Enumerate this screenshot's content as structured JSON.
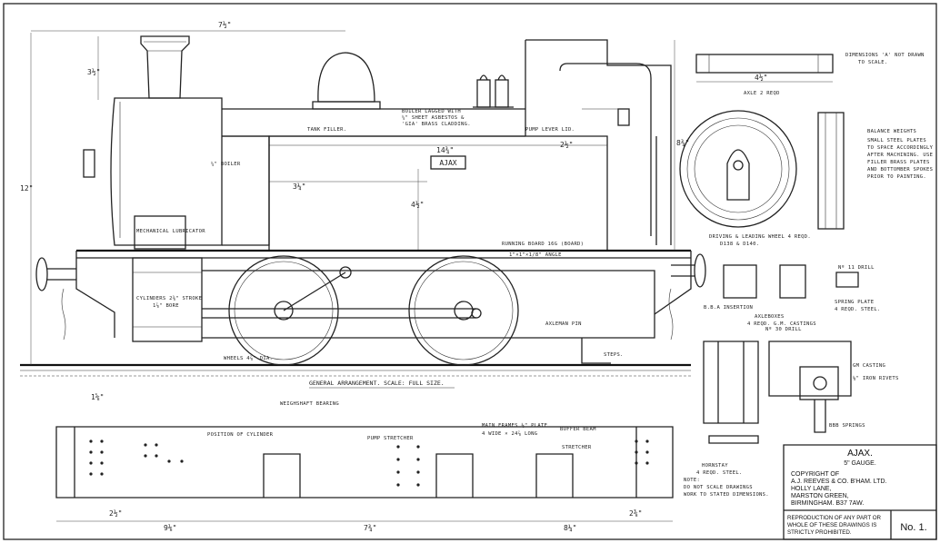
{
  "labels": {
    "nameplate": "AJAX",
    "general_arrangement": "GENERAL ARRANGEMENT.  SCALE: FULL SIZE.",
    "boiler_lagged": [
      "BOILER LAGGED WITH",
      "¼\" SHEET ASBESTOS &",
      "'GIA' BRASS CLADDING."
    ],
    "tank_filler": "TANK FILLER.",
    "pump_lever_lid": "PUMP LEVER LID.",
    "boiler": "¼\" BOILER",
    "mechanical_lubricator": "MECHANICAL LUBRICATOR",
    "cylinders": [
      "CYLINDERS 2⅜\" STROKE",
      "1⅞\" BORE"
    ],
    "running_board": "RUNNING BOARD 16G (BOARD)",
    "angle": "1\"×1\"×1/8\" ANGLE",
    "wheels": "WHEELS 4⅞\" DIA.",
    "axleman_pin": "AXLEMAN PIN",
    "steps": "STEPS.",
    "weighshaft_bearing": "WEIGHSHAFT BEARING",
    "position_of_cylinder": "POSITION OF CYLINDER",
    "pump_stretcher": "PUMP STRETCHER",
    "main_frames": [
      "MAIN FRAMES ⅛\" PLATE",
      "4 WIDE × 24⅞ LONG"
    ],
    "buffer_beam": "BUFFER BEAM",
    "stretcher": "STRETCHER",
    "note": [
      "NOTE:",
      "DO NOT SCALE DRAWINGS",
      "WORK TO STATED DIMENSIONS."
    ],
    "dimensions_note": [
      "DIMENSIONS 'A' NOT DRAWN",
      "TO SCALE."
    ],
    "axle": "AXLE  2 REQD",
    "balance_weights": [
      "BALANCE WEIGHTS",
      "SMALL STEEL PLATES",
      "TO SPACE ACCORDINGLY",
      "AFTER MACHINING. USE",
      "FILLER BRASS PLATES",
      "AND BOTTOMBER SPOKES",
      "PRIOR TO PAINTING."
    ],
    "driving_leading_wheel": [
      "DRIVING & LEADING WHEEL  4 REQD.",
      "D138 & D140."
    ],
    "axleboxes": [
      "AXLEBOXES",
      "4 REQD. G.M. CASTINGS"
    ],
    "spring_plate": [
      "SPRING PLATE",
      "4 REQD. STEEL."
    ],
    "hornstay": [
      "HORNSTAY",
      "4 REQD. STEEL."
    ],
    "drill_11": "Nº 11 DRILL",
    "drill_30": "Nº 30 DRILL",
    "casting": "GM CASTING",
    "iron_rivets": "⅛\" IRON RIVETS",
    "springs": "BBB SPRINGS",
    "bba_insertion": "B.B.A INSERTION",
    "dim_key": "Nº 11 DRILL"
  },
  "dimensions": {
    "overall_top": "7½\"",
    "chimney_height": "3½\"",
    "cab_height": "8¾\"",
    "tank_length": "14¾\"",
    "tank_width": "3¼\"",
    "tank_offset": "2½\"",
    "boiler_h": "4½\"",
    "total_h": "12\"",
    "bottom_1": "2½\"",
    "bottom_2": "9⅛\"",
    "bottom_3": "7¾\"",
    "bottom_4": "8¼\"",
    "bottom_5": "2⅜\"",
    "frame_end": "1⅝\"",
    "axle_len": "4½\""
  },
  "title_block": {
    "name": "AJAX.",
    "gauge": "5\" GAUGE.",
    "copyright": "COPYRIGHT OF",
    "company": "A.J. REEVES & CO. B'HAM. LTD.",
    "addr1": "HOLLY LANE,",
    "addr2": "MARSTON GREEN,",
    "addr3": "BIRMINGHAM. B37 7AW.",
    "repro": [
      "REPRODUCTION OF ANY PART OR",
      "WHOLE OF THESE DRAWINGS IS",
      "STRICTLY PROHIBITED."
    ],
    "sheet_no": "No. 1."
  }
}
